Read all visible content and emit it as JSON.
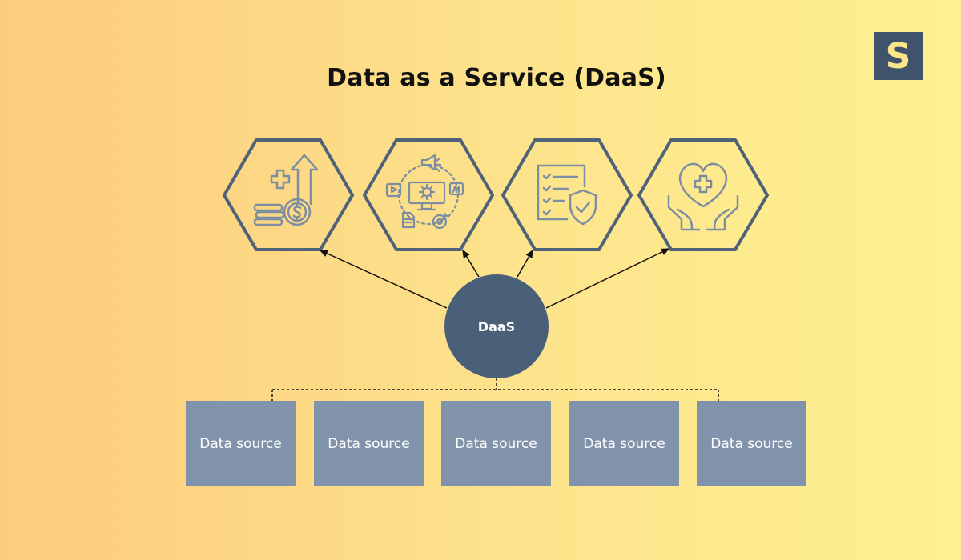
{
  "title": "Data as a Service (DaaS)",
  "logo": {
    "letter": "S"
  },
  "hub": {
    "label": "DaaS"
  },
  "use_cases": [
    {
      "icon": "finance-growth-icon"
    },
    {
      "icon": "marketing-icon"
    },
    {
      "icon": "compliance-checklist-icon"
    },
    {
      "icon": "healthcare-icon"
    }
  ],
  "sources": [
    {
      "label": "Data source"
    },
    {
      "label": "Data source"
    },
    {
      "label": "Data source"
    },
    {
      "label": "Data source"
    },
    {
      "label": "Data source"
    }
  ],
  "colors": {
    "hub_fill": "#4a5f78",
    "hex_stroke": "#4f6279",
    "icon_stroke": "#7d8da2",
    "source_fill": "#8093aa",
    "logo_bg": "#3f536c",
    "logo_text": "#fde68a"
  }
}
